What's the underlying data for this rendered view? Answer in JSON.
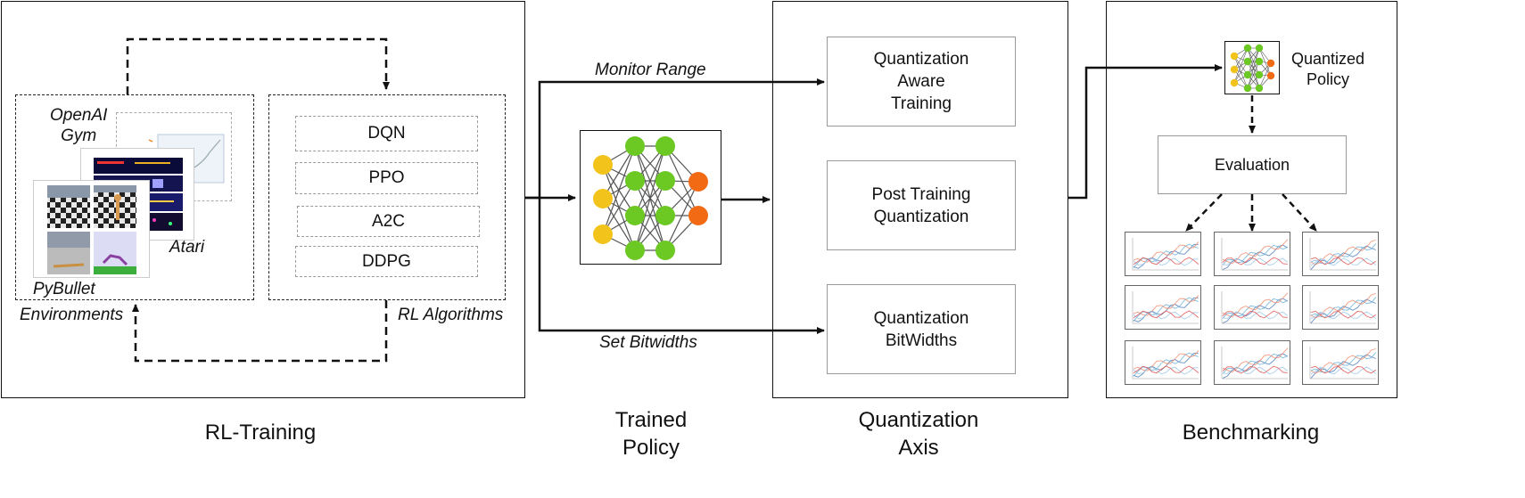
{
  "panels": {
    "rl_training": {
      "label": "RL-Training"
    },
    "trained_policy": {
      "label": "Trained\nPolicy"
    },
    "quantization_axis": {
      "label": "Quantization\nAxis"
    },
    "benchmarking": {
      "label": "Benchmarking"
    }
  },
  "environments": {
    "caption": "Environments",
    "openai_gym": "OpenAI\nGym",
    "atari": "Atari",
    "pybullet": "PyBullet"
  },
  "algorithms": {
    "caption": "RL Algorithms",
    "items": [
      "DQN",
      "PPO",
      "A2C",
      "DDPG"
    ]
  },
  "arrows": {
    "monitor_range": "Monitor Range",
    "set_bitwidths": "Set Bitwidths"
  },
  "quantization": {
    "items": [
      "Quantization\nAware\nTraining",
      "Post Training\nQuantization",
      "Quantization\nBitWidths"
    ]
  },
  "benchmark": {
    "quantized_policy": "Quantized\nPolicy",
    "evaluation": "Evaluation"
  },
  "colors": {
    "input_node": "#f2c31b",
    "hidden_node": "#6cc823",
    "output_node": "#f26a14",
    "edge": "#555555"
  }
}
